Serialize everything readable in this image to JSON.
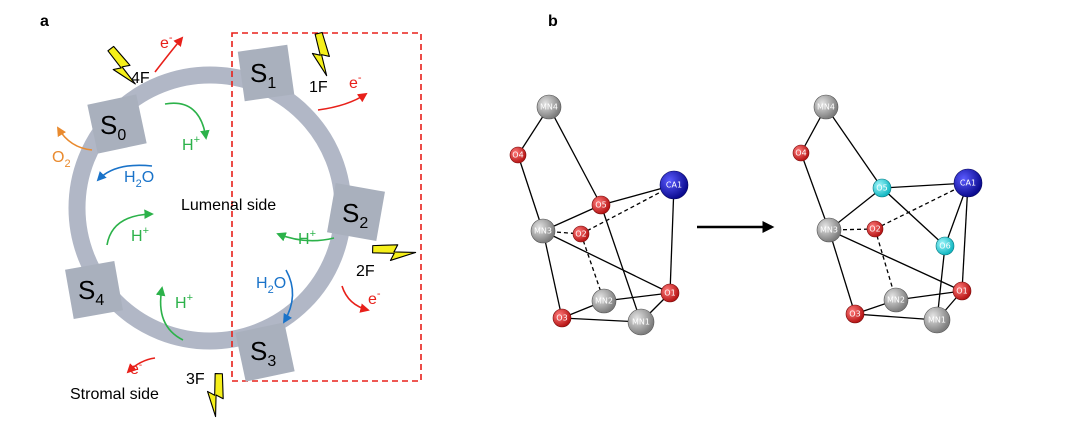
{
  "panels": {
    "a": "a",
    "b": "b"
  },
  "cycle": {
    "states": {
      "s0": {
        "base": "S",
        "sub": "0"
      },
      "s1": {
        "base": "S",
        "sub": "1"
      },
      "s2": {
        "base": "S",
        "sub": "2"
      },
      "s3": {
        "base": "S",
        "sub": "3"
      },
      "s4": {
        "base": "S",
        "sub": "4"
      }
    },
    "flashes": {
      "f1": "1F",
      "f2": "2F",
      "f3": "3F",
      "f4": "4F"
    },
    "electron": "e",
    "electron_charge": "-",
    "proton": "H",
    "proton_charge": "+",
    "water": {
      "a": "H",
      "sub": "2",
      "b": "O"
    },
    "oxygen": {
      "a": "O",
      "sub": "2"
    },
    "lumenal_side": "Lumenal side",
    "stromal_side": "Stromal side"
  },
  "colors": {
    "ring": "#b1b7c6",
    "state_box": "#a9b0bd",
    "electron_arrow": "#e8201a",
    "proton_arrow": "#2cb24a",
    "water_arrow": "#1a73c9",
    "oxygen_arrow": "#e98a2e",
    "flash": "#f5ef1a",
    "dashed_box": "#e8201a",
    "mn_atom": "#8f8f8f",
    "o_atom": "#cc1f1f",
    "ca_atom": "#1212a8",
    "new_o_atom": "#22c8d2"
  },
  "cluster_left": {
    "labels": {
      "mn4": "MN4",
      "o4": "O4",
      "o5": "O5",
      "ca1": "CA1",
      "mn3": "MN3",
      "o2": "O2",
      "mn2": "MN2",
      "o1": "O1",
      "o3": "O3",
      "mn1": "MN1"
    }
  },
  "cluster_right": {
    "labels": {
      "mn4": "MN4",
      "o4": "O4",
      "o5": "O5",
      "ca1": "CA1",
      "mn3": "MN3",
      "o2": "O2",
      "o6": "O6",
      "mn2": "MN2",
      "o1": "O1",
      "o3": "O3",
      "mn1": "MN1"
    }
  }
}
